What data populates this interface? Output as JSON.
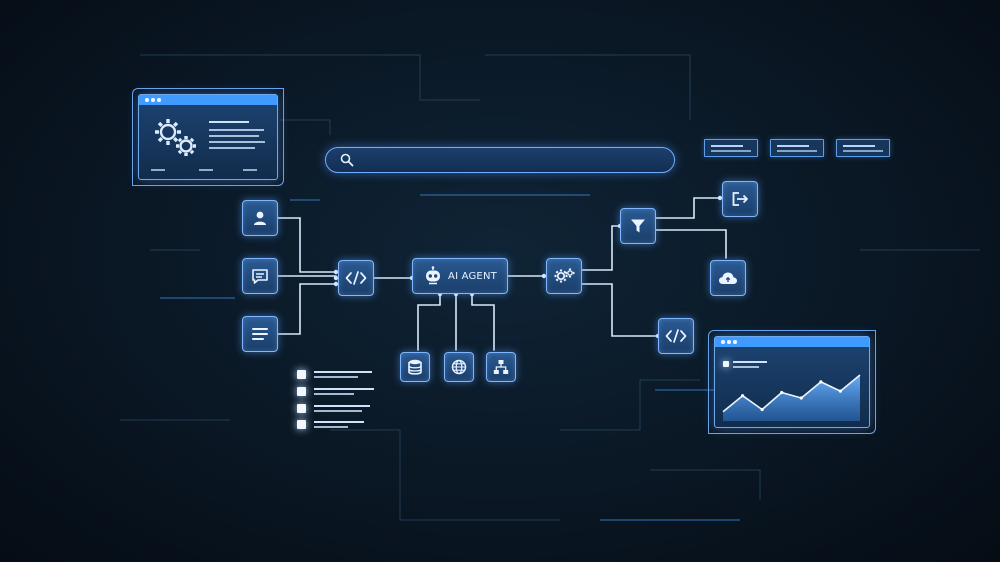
{
  "diagram": {
    "center_node": {
      "label": "AI AGENT",
      "icon": "robot-icon"
    },
    "input_nodes": [
      {
        "icon": "user-icon"
      },
      {
        "icon": "chat-icon"
      },
      {
        "icon": "document-lines-icon"
      }
    ],
    "code_node": {
      "icon": "code-icon"
    },
    "tool_nodes": [
      {
        "icon": "database-icon"
      },
      {
        "icon": "globe-icon"
      },
      {
        "icon": "hierarchy-icon"
      }
    ],
    "process_node": {
      "icon": "gears-icon"
    },
    "output_nodes": [
      {
        "icon": "filter-icon"
      },
      {
        "icon": "exit-icon"
      },
      {
        "icon": "cloud-icon"
      },
      {
        "icon": "code-icon"
      }
    ]
  },
  "chart_panel": {
    "trend": [
      0.2,
      0.55,
      0.25,
      0.62,
      0.5,
      0.85,
      0.65,
      1.0
    ]
  },
  "colors": {
    "background": "#0a1724",
    "node_fill": "#1f4a7c",
    "node_border": "#7fb6ff",
    "accent": "#3f9bff",
    "wire": "#d9e8fb"
  }
}
